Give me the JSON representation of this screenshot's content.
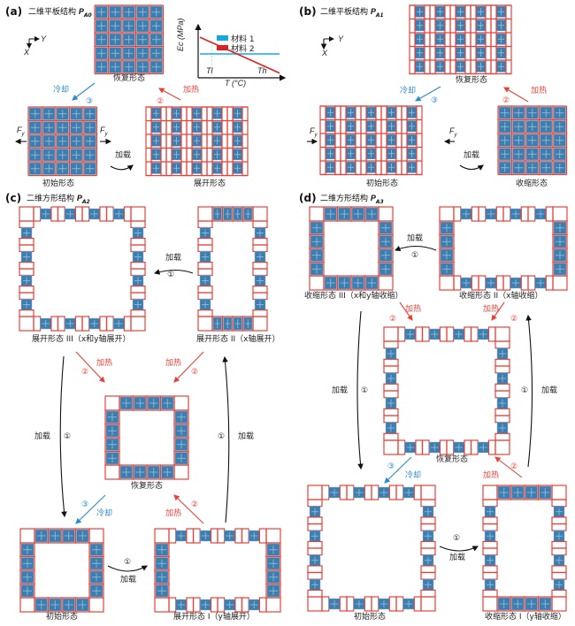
{
  "colors": {
    "frame": "#e8413a",
    "cell": "#3d7eb0",
    "cool": "#2b8ad0",
    "heat": "#e8413a",
    "ink": "#111111",
    "material1": "#1aa7e0",
    "material2": "#e02020"
  },
  "panels": {
    "a": {
      "label": "(a)",
      "title": "二维平板结构",
      "symbol": "P",
      "sub": "A0",
      "axes": {
        "y": "Y",
        "x": "X"
      },
      "states": {
        "recovered": "恢复形态",
        "initial": "初始形态",
        "expanded": "展开形态"
      },
      "force": "F",
      "force_sub": "y",
      "load": "加载",
      "cool": "冷却",
      "heat": "加热",
      "step2": "②",
      "step3": "③"
    },
    "b": {
      "label": "(b)",
      "title": "二维平板结构",
      "symbol": "P",
      "sub": "A1",
      "axes": {
        "y": "Y",
        "x": "X"
      },
      "states": {
        "recovered": "恢复形态",
        "initial": "初始形态",
        "contracted": "收缩形态"
      },
      "force": "F",
      "force_sub": "y",
      "load": "加载",
      "cool": "冷却",
      "heat": "加热",
      "step2": "②",
      "step3": "③"
    },
    "c": {
      "label": "(c)",
      "title": "二维方形结构",
      "symbol": "P",
      "sub": "A2",
      "states": {
        "s3": "展开形态 III（x和y轴展开）",
        "s2": "展开形态 II（x轴展开）",
        "recovered": "恢复形态",
        "initial": "初始形态",
        "s1": "展开形态 I（y轴展开）"
      },
      "load": "加载",
      "cool": "冷却",
      "heat": "加热",
      "step1": "①",
      "step2": "②",
      "step3": "③"
    },
    "d": {
      "label": "(d)",
      "title": "二维方形结构",
      "symbol": "P",
      "sub": "A3",
      "states": {
        "s3": "收缩形态 III（x和y轴收缩）",
        "s2": "收缩形态 II（x轴收缩）",
        "recovered": "恢复形态",
        "initial": "初始形态",
        "s1": "收缩形态 I（y轴收缩）"
      },
      "load": "加载",
      "cool": "冷却",
      "heat": "加热",
      "step1": "①",
      "step2": "②",
      "step3": "③"
    }
  },
  "chart_data": {
    "type": "line",
    "title": "",
    "xlabel": "T (°C)",
    "ylabel": "Ec (MPa)",
    "x_ticks": [
      "Tl",
      "Th"
    ],
    "legend": "top-right",
    "series": [
      {
        "name": "材料 1",
        "color": "#1aa7e0",
        "x": [
          0,
          1
        ],
        "y": [
          0.5,
          0.5
        ]
      },
      {
        "name": "材料 2",
        "color": "#e02020",
        "x": [
          0,
          1
        ],
        "y": [
          0.85,
          0.1
        ]
      }
    ],
    "xlim": [
      0,
      1
    ],
    "ylim": [
      0,
      1
    ]
  }
}
